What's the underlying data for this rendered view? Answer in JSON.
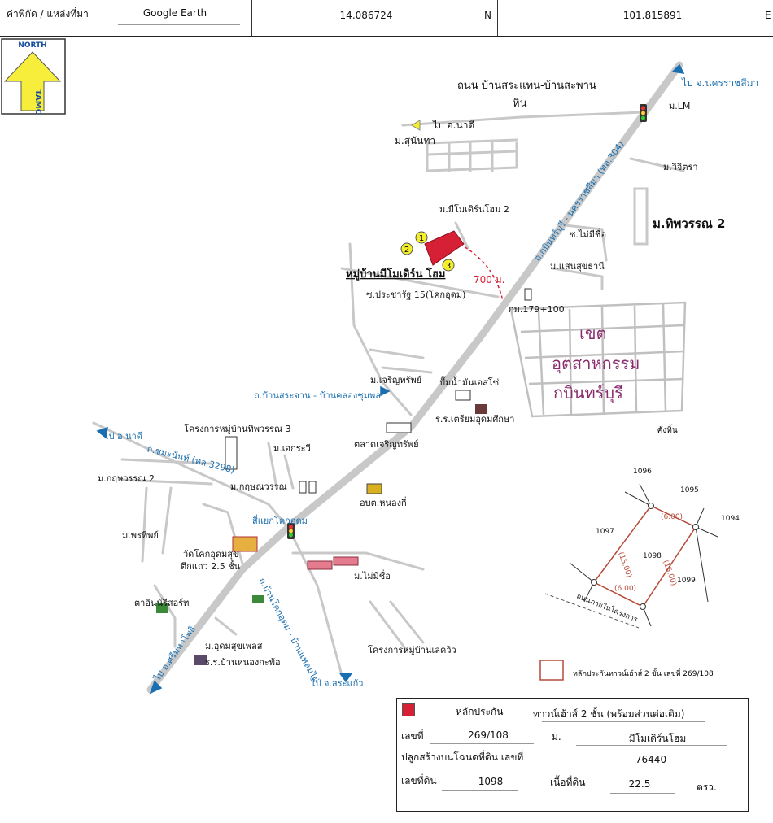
{
  "header": {
    "coords_label": "ค่าพิกัด / แหล่งที่มา",
    "source": "Google Earth",
    "lat": "14.086724",
    "lat_dir": "N",
    "lon": "101.815891",
    "lon_dir": "E"
  },
  "north_arrow": {
    "north": "NORTH",
    "brand": "TAMC"
  },
  "map": {
    "road_label_top": "ถนน บ้านสระแทน-บ้านสะพาน",
    "road_label_top2": "หิน",
    "to_nadi_top": "ไป อ.นาดี",
    "to_korat": "ไป จ.นครราชสีมา",
    "m_lm": "ม.LM",
    "m_sunantha": "ม.สุนันทา",
    "m_wichitra": "ม.วิจิตรา",
    "m_mimodern2": "ม.มีโมเดิร์นโฮม 2",
    "highway_304": "ถ.กบินทร์บุรี - นครราชสีมา (ทล.304)",
    "m_thipawan2": "ม.ทิพวรรณ 2",
    "soi_nameless": "ซ.ไม่มีชื่อ",
    "m_saensukthani": "ม.แสนสุขธานี",
    "village_subject": "หมู่บ้านมีโมเดิร์น โฮม",
    "soi_prachrat": "ซ.ประชารัฐ 15(โคกอุดม)",
    "distance": "700 ม.",
    "km_marker": "กม.179+100",
    "ind_1": "เขต",
    "ind_2": "อุตสาหกรรม",
    "ind_3": "กบินทร์บุรี",
    "m_charoensap": "ม.เจริญทรัพย์",
    "road_sajan": "ถ.บ้านสระจาน - บ้านคลองชุมพล",
    "gas_station": "ปั๊มน้ำมันเอสโซ่",
    "school": "ร.ร.เตรียมอุดมศึกษา",
    "sangthin": "ศังทิ้น",
    "to_nadi_left": "ไป อ.นาดี",
    "project_thipawan3": "โครงการหมู่บ้านทิพวรรณ 3",
    "market": "ตลาดเจริญทรัพย์",
    "m_ekrawi": "ม.เอกระวี",
    "road_3298": "ถ.ชมะนันท์ (ทล.3298)",
    "m_kritsanawan2": "ม.กฤษวรรณ 2",
    "m_kritsanawan": "ม.กฤษณวรรณ",
    "obt": "อบต.หนองกี่",
    "intersection": "สี่แยกโคกอุดม",
    "m_phornthip": "ม.พรทิพย์",
    "temple": "วัดโคกอุดมสุข",
    "shophouse": "ตึกแถว 2.5 ชั้น",
    "road_khokudom": "ถ.บ้านโคกอุดม - บ้านแหลมไผ่",
    "m_nameless": "ม.ไม่มีชื่อ",
    "resort": "ตาอินน์รีสอร์ท",
    "road_srimahaphot": "ไป อ.ศรีมหาโพธิ",
    "m_udomsuk": "ม.อุดมสุขเพลส",
    "school2": "ร.ร.บ้านหนองกะพ้อ",
    "project_lakeview": "โครงการหมู่บ้านเลควิว",
    "to_sakaeo": "ไป จ.สระแก้ว",
    "markers": [
      "1",
      "2",
      "3"
    ]
  },
  "plot": {
    "parcel_main": "1098",
    "n1096": "1096",
    "n1095": "1095",
    "n1094": "1094",
    "n1097": "1097",
    "n1099": "1099",
    "dim_top": "(6.00)",
    "dim_left": "(15.00)",
    "dim_right": "(15.00)",
    "dim_bottom": "(6.00)",
    "road": "ถนนภายในโครงการ",
    "collateral_note": "หลักประกันทาวน์เฮ้าส์ 2 ชั้น เลขที่ 269/108"
  },
  "legend": {
    "title": "หลักประกัน",
    "desc": "ทาวน์เฮ้าส์ 2 ชั้น (พร้อมส่วนต่อเติม)",
    "no_label": "เลขที่",
    "no_value": "269/108",
    "village_label": "ม.",
    "village_value": "มีโมเดิร์นโฮม",
    "deed_label": "ปลูกสร้างบนโฉนดที่ดิน เลขที่",
    "deed_value": "76440",
    "land_no_label": "เลขที่ดิน",
    "land_no_value": "1098",
    "area_label": "เนื้อที่ดิน",
    "area_value": "22.5",
    "area_unit": "ตรว."
  },
  "colors": {
    "road": "#c8c8c8",
    "blue_label": "#1a6fb0",
    "purple_label": "#8a2c6e",
    "subject_red": "#d62035",
    "marker_yellow": "#f4ef2a",
    "plot_line": "#b84a3a"
  }
}
